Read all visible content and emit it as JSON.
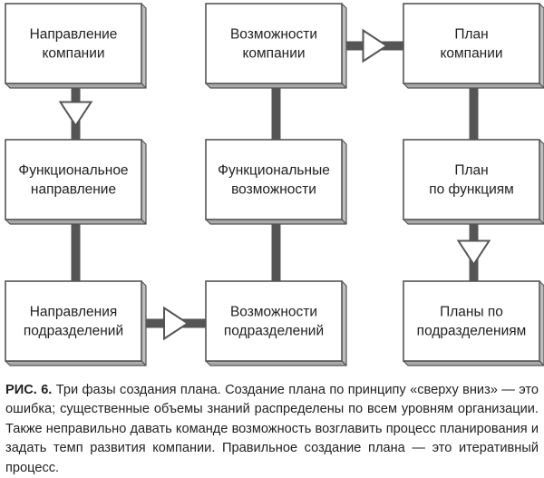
{
  "diagram": {
    "nodes": [
      {
        "id": "direction",
        "lines": [
          "Направление",
          "компании"
        ]
      },
      {
        "id": "functional-direction",
        "lines": [
          "Функциональное",
          "направление"
        ]
      },
      {
        "id": "unit-directions",
        "lines": [
          "Направления",
          "подразделений"
        ]
      },
      {
        "id": "capabilities",
        "lines": [
          "Возможности",
          "компании"
        ]
      },
      {
        "id": "functional-capabilities",
        "lines": [
          "Функциональные",
          "возможности"
        ]
      },
      {
        "id": "unit-capabilities",
        "lines": [
          "Возможности",
          "подразделений"
        ]
      },
      {
        "id": "plan",
        "lines": [
          "План",
          "компании"
        ]
      },
      {
        "id": "functional-plan",
        "lines": [
          "План",
          "по функциям"
        ]
      },
      {
        "id": "unit-plans",
        "lines": [
          "Планы по",
          "подразделениям"
        ]
      }
    ],
    "edges": [
      {
        "from": "direction",
        "to": "functional-direction",
        "arrow": true
      },
      {
        "from": "functional-direction",
        "to": "unit-directions",
        "arrow": false
      },
      {
        "from": "unit-directions",
        "to": "unit-capabilities",
        "arrow": true
      },
      {
        "from": "unit-capabilities",
        "to": "functional-capabilities",
        "arrow": false
      },
      {
        "from": "functional-capabilities",
        "to": "capabilities",
        "arrow": false
      },
      {
        "from": "capabilities",
        "to": "plan",
        "arrow": true
      },
      {
        "from": "plan",
        "to": "functional-plan",
        "arrow": false
      },
      {
        "from": "functional-plan",
        "to": "unit-plans",
        "arrow": true
      }
    ]
  },
  "caption": {
    "label": "РИС. 6.",
    "text": "Три фазы создания плана. Создание плана по принципу «сверху вниз» — это ошибка; существенные объемы знаний распределены по всем уровням организации. Также неправильно давать команде возможность возглавить процесс планирования и задать темп развития компании. Правильное создание плана — это итеративный процесс."
  }
}
